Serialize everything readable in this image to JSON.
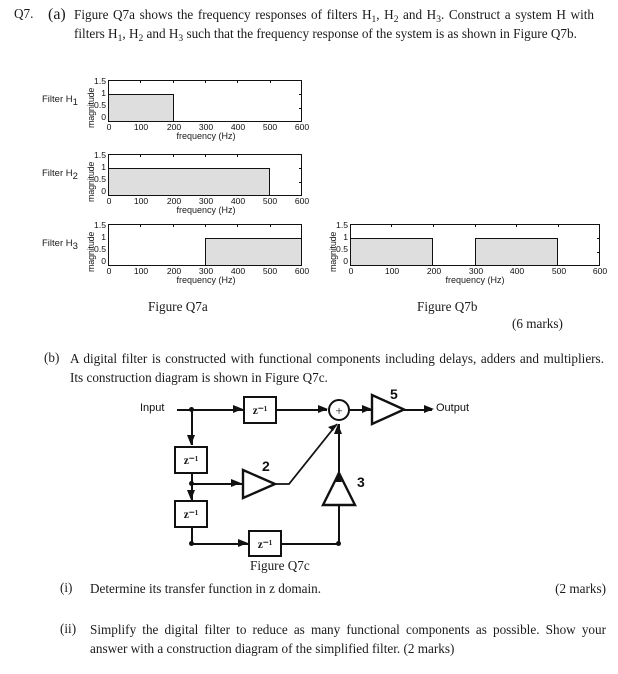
{
  "question": {
    "number": "Q7.",
    "part_a_label": "(a)",
    "part_a_text": "Figure Q7a shows the frequency responses of filters H₁, H₂ and H₃. Construct a system H with filters H₁, H₂ and H₃ such that the frequency response of the system is as shown in Figure Q7b.",
    "part_a_marks": "(6 marks)",
    "part_b_label": "(b)",
    "part_b_text": "A digital filter is constructed with functional components including delays, adders and multipliers. Its construction diagram is shown in Figure Q7c.",
    "item_i_label": "(i)",
    "item_i_text": "Determine its transfer function in z domain.",
    "item_i_marks": "(2 marks)",
    "item_ii_label": "(ii)",
    "item_ii_text": "Simplify the digital filter to reduce as many functional components as possible. Show your answer with a construction diagram of the simplified filter. (2 marks)"
  },
  "captions": {
    "fig_a": "Figure Q7a",
    "fig_b": "Figure Q7b",
    "fig_c": "Figure Q7c"
  },
  "chart_data": [
    {
      "type": "bar",
      "name": "Filter H1",
      "title": "Filter H₁",
      "xlabel": "frequency (Hz)",
      "ylabel": "magnitude",
      "xlim": [
        0,
        600
      ],
      "ylim": [
        0,
        1.5
      ],
      "xticks": [
        "0",
        "100",
        "200",
        "300",
        "400",
        "500",
        "600"
      ],
      "yticks": [
        "0",
        "0.5",
        "1",
        "1.5"
      ],
      "bands": [
        {
          "start": 0,
          "end": 200,
          "value": 1
        }
      ],
      "grid": false,
      "legend": "none"
    },
    {
      "type": "bar",
      "name": "Filter H2",
      "title": "Filter H₂",
      "xlabel": "frequency (Hz)",
      "ylabel": "magnitude",
      "xlim": [
        0,
        600
      ],
      "ylim": [
        0,
        1.5
      ],
      "xticks": [
        "0",
        "100",
        "200",
        "300",
        "400",
        "500",
        "600"
      ],
      "yticks": [
        "0",
        "0.5",
        "1",
        "1.5"
      ],
      "bands": [
        {
          "start": 0,
          "end": 500,
          "value": 1
        }
      ],
      "grid": false,
      "legend": "none"
    },
    {
      "type": "bar",
      "name": "Filter H3",
      "title": "Filter H₃",
      "xlabel": "frequency (Hz)",
      "ylabel": "magnitude",
      "xlim": [
        0,
        600
      ],
      "ylim": [
        0,
        1.5
      ],
      "xticks": [
        "0",
        "100",
        "200",
        "300",
        "400",
        "500",
        "600"
      ],
      "yticks": [
        "0",
        "0.5",
        "1",
        "1.5"
      ],
      "bands": [
        {
          "start": 300,
          "end": 600,
          "value": 1
        }
      ],
      "grid": false,
      "legend": "none"
    },
    {
      "type": "bar",
      "name": "System H response",
      "title": "Figure Q7b",
      "xlabel": "frequency (Hz)",
      "ylabel": "magnitude",
      "xlim": [
        0,
        600
      ],
      "ylim": [
        0,
        1.5
      ],
      "xticks": [
        "0",
        "100",
        "200",
        "300",
        "400",
        "500",
        "600"
      ],
      "yticks": [
        "0",
        "0.5",
        "1",
        "1.5"
      ],
      "bands": [
        {
          "start": 0,
          "end": 200,
          "value": 1
        },
        {
          "start": 300,
          "end": 500,
          "value": 1
        }
      ],
      "grid": false,
      "legend": "none"
    }
  ],
  "plot_labels": {
    "filter1": "Filter H",
    "filter1_sub": "1",
    "filter2": "Filter H",
    "filter2_sub": "2",
    "filter3": "Filter H",
    "filter3_sub": "3",
    "magnitude": "magnitude",
    "frequency": "frequency (Hz)"
  },
  "diagram": {
    "input_label": "Input",
    "output_label": "Output",
    "delay_label": "z",
    "delay_exp": "−1",
    "delays": [
      "z⁻¹",
      "z⁻¹",
      "z⁻¹",
      "z⁻¹"
    ],
    "adder_symbol": "+",
    "gain_top": "5",
    "gain_mid": "2",
    "gain_low": "3"
  }
}
